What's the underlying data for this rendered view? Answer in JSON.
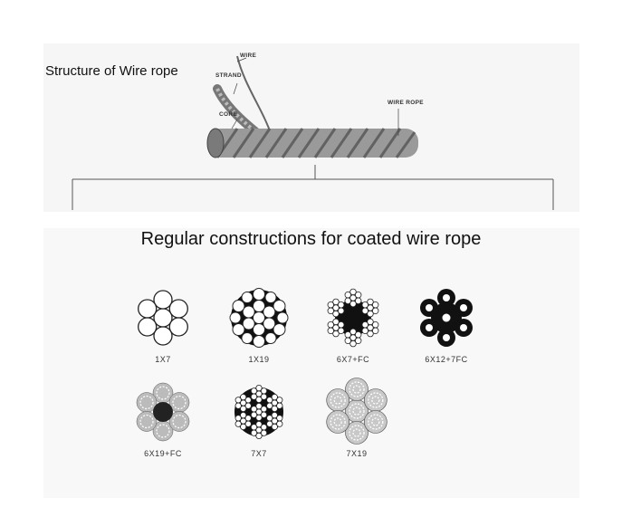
{
  "structure": {
    "title": "Structure of  Wire rope",
    "callouts": {
      "wire": "WIRE",
      "strand": "STRAND",
      "core": "CORE",
      "wire_rope": "WIRE ROPE"
    }
  },
  "heading": "Regular constructions for coated wire rope",
  "constructions": [
    {
      "label": "1X7"
    },
    {
      "label": "1X19"
    },
    {
      "label": "6X7+FC"
    },
    {
      "label": "6X12+7FC"
    },
    {
      "label": "6X19+FC"
    },
    {
      "label": "7X7"
    },
    {
      "label": "7X19"
    }
  ]
}
